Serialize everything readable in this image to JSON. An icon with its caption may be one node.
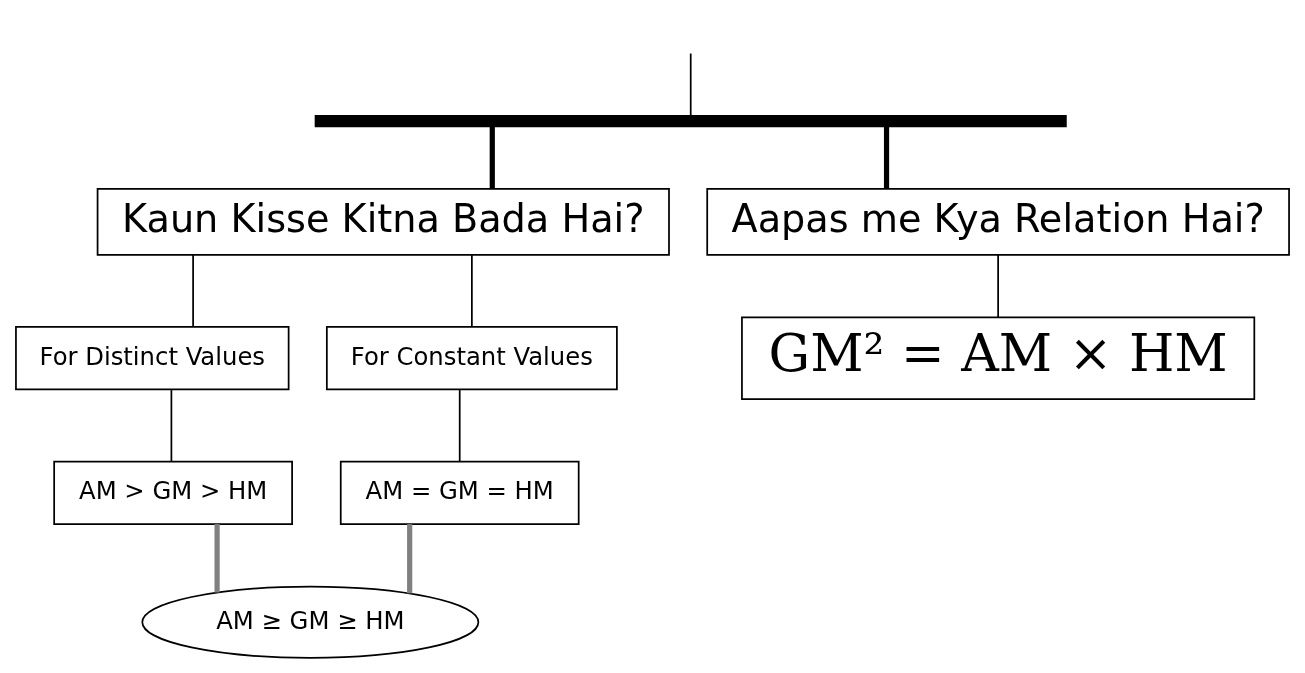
{
  "diagram": {
    "nodes": [
      {
        "text": [],
        "shape": "bar"
      },
      {
        "text": [
          "Kaun Kisse Kitna Bada Hai?"
        ]
      },
      {
        "text": [
          "Aapas me Kya Relation Hai?"
        ]
      },
      {
        "text": [
          "For Distinct Values"
        ]
      },
      {
        "text": [
          "For Constant Values"
        ]
      },
      {
        "text": [
          "AM > GM > HM"
        ]
      },
      {
        "text": [
          "AM = GM = HM"
        ]
      },
      {
        "text": [
          "GM² = AM × HM"
        ]
      },
      {
        "text": [
          "AM ≥ GM ≥ HM"
        ]
      }
    ],
    "edges": [
      {
        "from": null,
        "to": 0,
        "arrow": "none"
      },
      {
        "from": 0,
        "to": 1,
        "arrow": "none",
        "style": "thick"
      },
      {
        "from": 0,
        "to": 2,
        "arrow": "none",
        "style": "thick"
      },
      {
        "from": 1,
        "to": 3,
        "arrow": "none"
      },
      {
        "from": 1,
        "to": 4,
        "arrow": "none"
      },
      {
        "from": 3,
        "to": 5,
        "arrow": "none"
      },
      {
        "from": 4,
        "to": 6,
        "arrow": "none"
      },
      {
        "from": 2,
        "to": 7,
        "arrow": "none"
      },
      {
        "from": 5,
        "to": 8,
        "arrow": "none",
        "style": "thick",
        "color": "#808080"
      },
      {
        "from": 6,
        "to": 8,
        "arrow": "none",
        "style": "thick",
        "color": "#808080"
      }
    ]
  }
}
